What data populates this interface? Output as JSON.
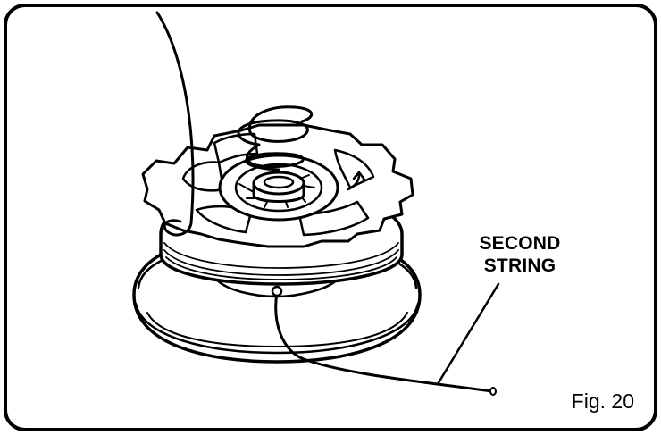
{
  "figure": {
    "callout_line1": "SECOND",
    "callout_line2": "STRING",
    "caption": "Fig. 20"
  },
  "colors": {
    "ink": "#000000",
    "paper": "#ffffff"
  }
}
